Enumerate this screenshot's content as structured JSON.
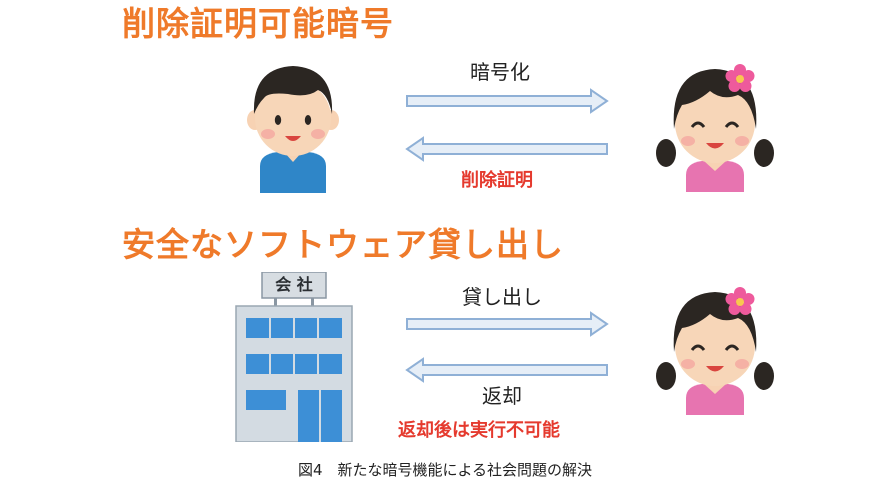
{
  "section1": {
    "heading": "削除証明可能暗号",
    "arrow_top_label": "暗号化",
    "arrow_bottom_label": "削除証明"
  },
  "section2": {
    "heading": "安全なソフトウェア貸し出し",
    "building_sign": "会 社",
    "arrow_top_label": "貸し出し",
    "arrow_bottom_label": "返却",
    "note": "返却後は実行不可能"
  },
  "caption": "図4　新たな暗号機能による社会問題の解決",
  "colors": {
    "heading": "#ef7a2a",
    "red_text": "#e53a2e",
    "arrow_fill": "#e6eef7",
    "arrow_stroke": "#8fb0d6"
  }
}
